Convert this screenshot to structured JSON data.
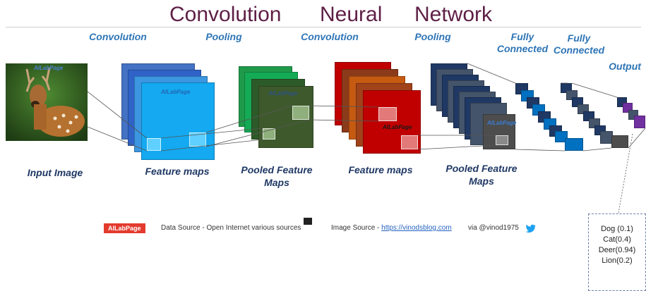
{
  "title": {
    "word1": "Convolution",
    "word2": "Neural",
    "word3": "Network"
  },
  "stages": {
    "conv1": "Convolution",
    "pool1": "Pooling",
    "conv2": "Convolution",
    "pool2": "Pooling",
    "fc1": "Fully Connected",
    "fc2": "Fully Connected",
    "output": "Output"
  },
  "captions": {
    "input": "Input Image",
    "feature1": "Feature maps",
    "pooled1": "Pooled Feature Maps",
    "feature2": "Feature maps",
    "pooled2": "Pooled Feature Maps"
  },
  "watermark": "AILabPage",
  "predictions": [
    "Dog (0.1)",
    "Cat(0.4)",
    "Deer(0.94)",
    "Lion(0.2)"
  ],
  "footer": {
    "logo": "AILabPage",
    "data_source": "Data Source -  Open Internet  various sources",
    "image_source_label": "Image Source -",
    "image_source_link": "https://vinodsblog.com",
    "via": "via  @vinod1975"
  },
  "colors": {
    "title": "#5e1f45",
    "stage": "#2e75b6",
    "caption": "#1f3864",
    "conv1_maps": [
      "#4472c4",
      "#2f63c7",
      "#3c96e0",
      "#14a9f0"
    ],
    "pool1_maps": [
      "#1f9a4a",
      "#15aa55",
      "#2c5a28",
      "#3e5a2c"
    ],
    "conv2_maps": [
      "#c00000",
      "#8b3a1a",
      "#c55a11",
      "#a0421a",
      "#c00000"
    ],
    "pool2_maps": [
      "#203864",
      "#44546a",
      "#1f3864",
      "#44546a"
    ],
    "fc_blue": "#0070c0",
    "fc_dark": "#44546a",
    "output_purple": "#7030a0"
  }
}
